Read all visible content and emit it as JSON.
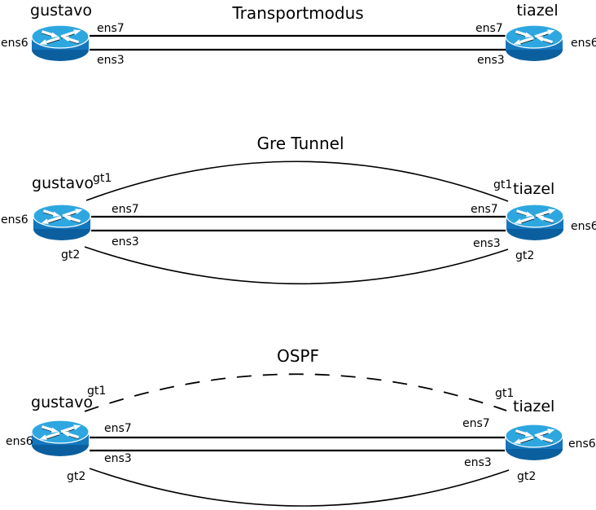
{
  "colors": {
    "router_top": "#2ea7e0",
    "router_side": "#1477be",
    "router_bottom": "#0c5f9e",
    "link": "#000000"
  },
  "sections": [
    {
      "title": "Transportmodus",
      "left": {
        "name": "gustavo",
        "ens6": "ens6",
        "ens7": "ens7",
        "ens3": "ens3"
      },
      "right": {
        "name": "tiazel",
        "ens6": "ens6",
        "ens7": "ens7",
        "ens3": "ens3"
      }
    },
    {
      "title": "Gre Tunnel",
      "left": {
        "name": "gustavo",
        "ens6": "ens6",
        "ens7": "ens7",
        "ens3": "ens3",
        "gt1": "gt1",
        "gt2": "gt2"
      },
      "right": {
        "name": "tiazel",
        "ens6": "ens6",
        "ens7": "ens7",
        "ens3": "ens3",
        "gt1": "gt1",
        "gt2": "gt2"
      }
    },
    {
      "title": "OSPF",
      "left": {
        "name": "gustavo",
        "ens6": "ens6",
        "ens7": "ens7",
        "ens3": "ens3",
        "gt1": "gt1",
        "gt2": "gt2"
      },
      "right": {
        "name": "tiazel",
        "ens6": "ens6",
        "ens7": "ens7",
        "ens3": "ens3",
        "gt1": "gt1",
        "gt2": "gt2"
      }
    }
  ]
}
